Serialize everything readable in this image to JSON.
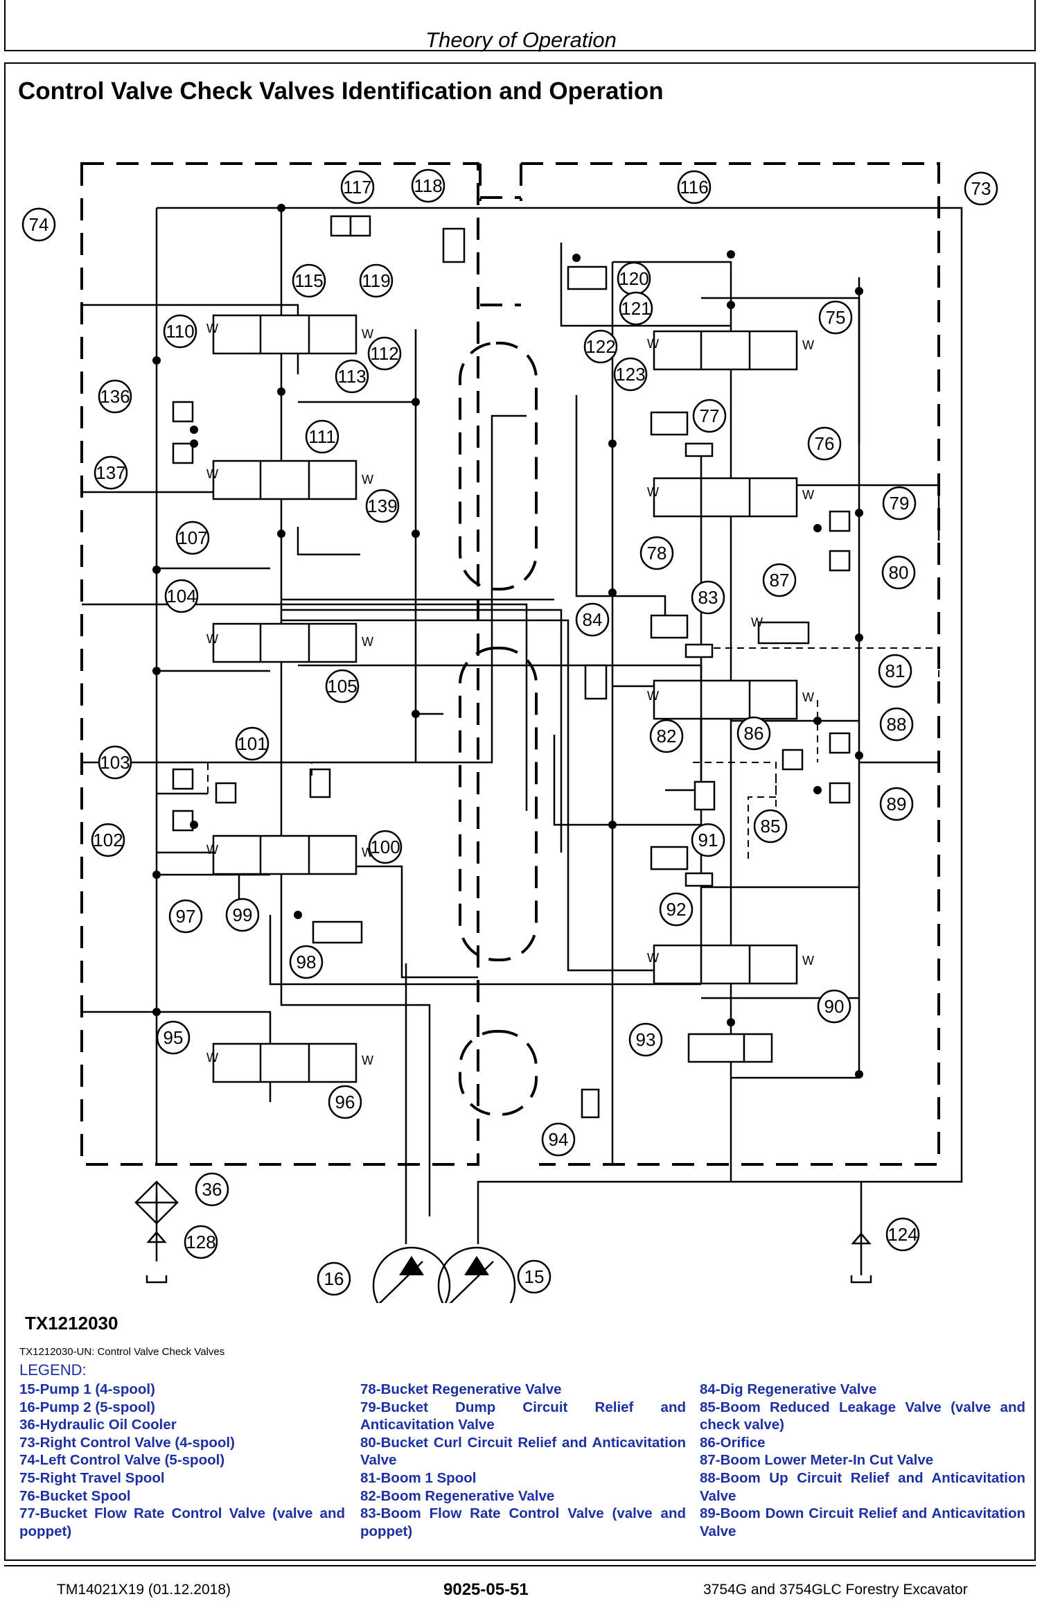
{
  "header": {
    "title": "Theory of Operation"
  },
  "page_title": "Control Valve Check Valves Identification and Operation",
  "diagram": {
    "figure_id": "TX1212030",
    "caption": "TX1212030-UN: Control Valve Check Valves",
    "callouts": [
      "74",
      "73",
      "117",
      "118",
      "116",
      "115",
      "119",
      "120",
      "121",
      "110",
      "75",
      "112",
      "113",
      "122",
      "123",
      "136",
      "111",
      "77",
      "76",
      "137",
      "79",
      "139",
      "107",
      "78",
      "80",
      "87",
      "104",
      "83",
      "84",
      "81",
      "105",
      "88",
      "101",
      "103",
      "82",
      "86",
      "89",
      "102",
      "100",
      "85",
      "91",
      "97",
      "99",
      "92",
      "98",
      "90",
      "95",
      "93",
      "96",
      "94",
      "36",
      "124",
      "128",
      "16",
      "15"
    ],
    "spool_label": "W"
  },
  "legend": {
    "title": "LEGEND:",
    "column1": [
      "15-Pump 1 (4-spool)",
      "16-Pump 2 (5-spool)",
      "36-Hydraulic Oil Cooler",
      "73-Right Control Valve (4-spool)",
      "74-Left Control Valve (5-spool)",
      "75-Right Travel Spool",
      "76-Bucket Spool",
      "77-Bucket Flow Rate Control Valve (valve and poppet)"
    ],
    "column2": [
      "78-Bucket Regenerative Valve",
      "79-Bucket Dump Circuit Relief and Anticavitation Valve",
      "80-Bucket Curl Circuit Relief and Anticavitation Valve",
      "81-Boom 1 Spool",
      "82-Boom Regenerative Valve",
      "83-Boom Flow Rate Control Valve (valve and poppet)"
    ],
    "column3": [
      "84-Dig Regenerative Valve",
      "85-Boom Reduced Leakage Valve (valve and check valve)",
      "86-Orifice",
      "87-Boom Lower Meter-In Cut Valve",
      "88-Boom Up Circuit Relief and Anticavitation Valve",
      "89-Boom Down Circuit Relief and Anticavitation Valve"
    ]
  },
  "footer": {
    "left": "TM14021X19 (01.12.2018)",
    "center": "9025-05-51",
    "right": "3754G and 3754GLC Forestry Excavator"
  }
}
